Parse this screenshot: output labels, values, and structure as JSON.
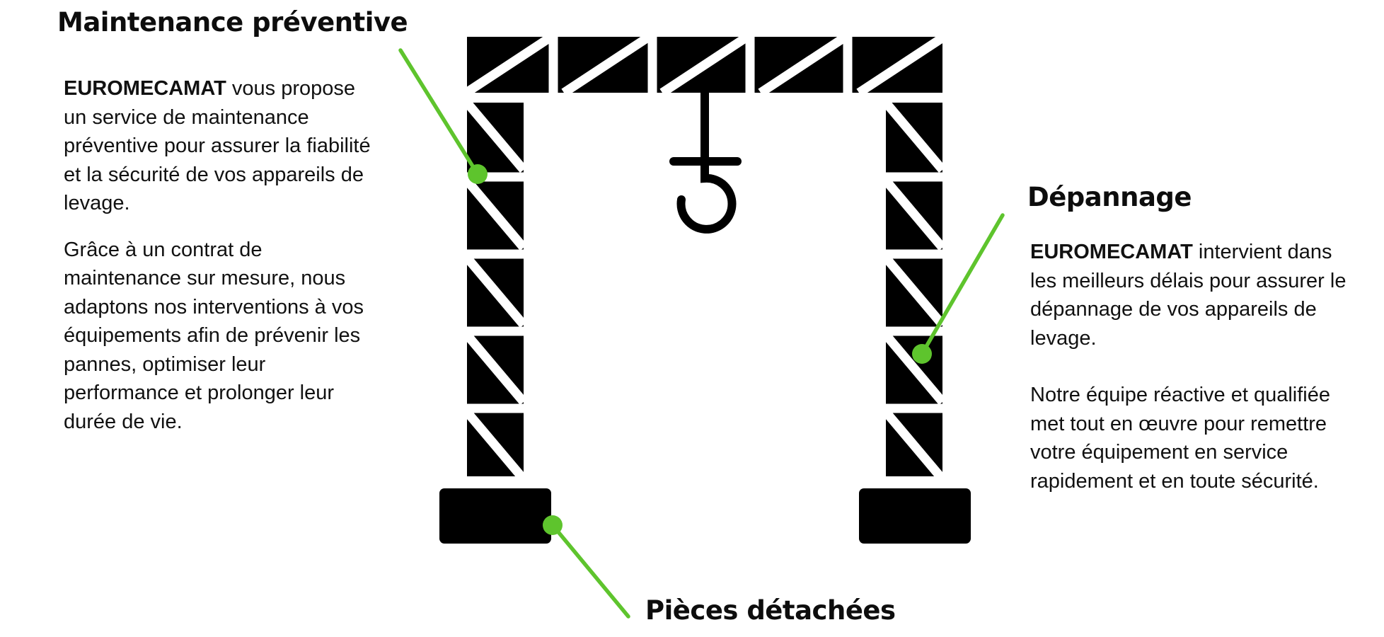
{
  "colors": {
    "structure": "#000000",
    "callout": "#5ec42d",
    "text": "#111111",
    "background": "#ffffff"
  },
  "sections": {
    "maintenance": {
      "title": "Maintenance préventive",
      "p1_brand": "EUROMECAMAT",
      "p1_text": " vous propose un service de maintenance préventive pour assurer la fiabilité et la sécurité de vos appareils de levage.",
      "p2": "Grâce à un contrat de maintenance sur mesure, nous adaptons nos interventions à vos équipements afin de prévenir les pannes, optimiser leur performance et prolonger leur durée de vie."
    },
    "depannage": {
      "title": "Dépannage",
      "p1_brand": "EUROMECAMAT",
      "p1_text": " intervient dans les meilleurs délais pour assurer le dépannage de vos appareils de levage.",
      "p2": "Notre équipe réactive et qualifiée met tout en œuvre pour remettre votre équipement en service rapidement et en toute sécurité."
    },
    "pieces": {
      "title": "Pièces détachées"
    }
  }
}
